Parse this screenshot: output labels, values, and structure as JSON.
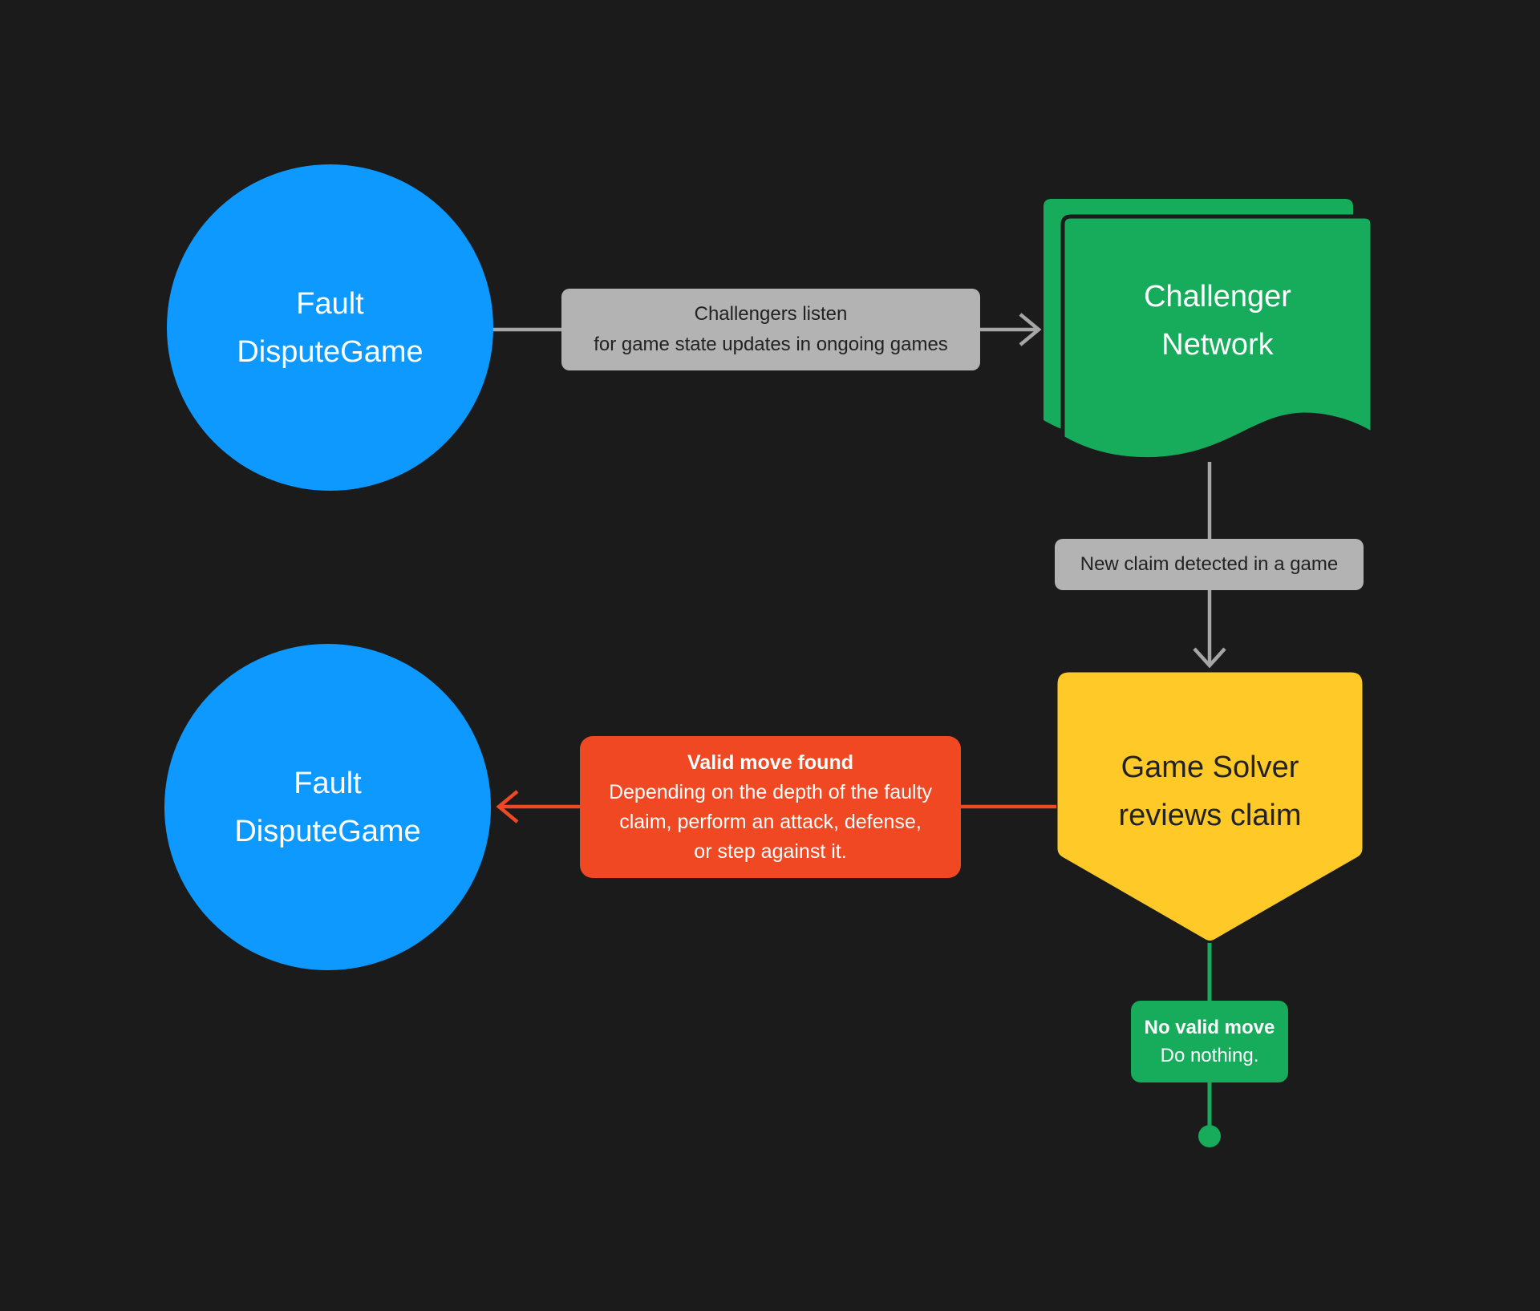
{
  "palette": {
    "background": "#1B1B1B",
    "blue": "#0D99FF",
    "green": "#17AB5C",
    "yellow": "#FFC928",
    "red": "#F04823",
    "gray_label": "#B3B3B3",
    "connector_gray": "#A6A6A6",
    "dark_text": "#222222",
    "white_text": "#FFFFFF"
  },
  "nodes": {
    "fault_dispute_game_top": {
      "line1": "Fault",
      "line2": "DisputeGame"
    },
    "challenger_network": {
      "line1": "Challenger",
      "line2": "Network"
    },
    "game_solver": {
      "line1": "Game Solver",
      "line2": "reviews claim"
    },
    "fault_dispute_game_bottom": {
      "line1": "Fault",
      "line2": "DisputeGame"
    }
  },
  "edge_labels": {
    "listen": {
      "line1": "Challengers listen",
      "line2": "for game state updates in ongoing games"
    },
    "new_claim": {
      "text": "New claim detected in a game"
    },
    "valid_move": {
      "title": "Valid move found",
      "line1": "Depending on the depth of the faulty",
      "line2": "claim, perform an attack, defense,",
      "line3": "or step against it."
    },
    "no_valid_move": {
      "title": "No valid move",
      "body": "Do nothing."
    }
  }
}
